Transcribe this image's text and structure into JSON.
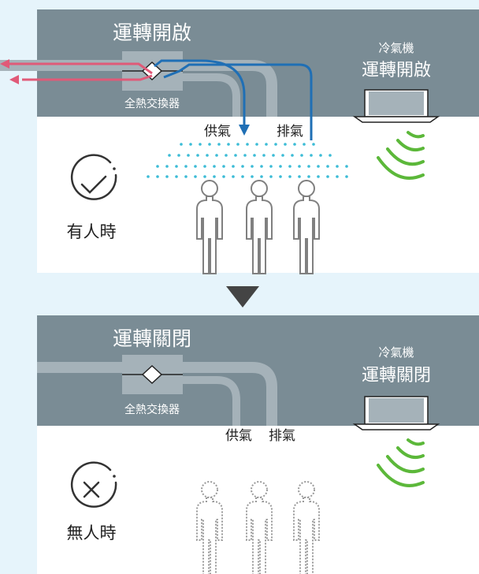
{
  "occupied": {
    "system_label": "運轉開啟",
    "heat_exchanger_label": "全熱交換器",
    "ac_title": "冷氣機",
    "ac_status": "運轉開啟",
    "supply_label": "供氣",
    "exhaust_label": "排氣",
    "state_label": "有人時",
    "state_icon": "check-circle-icon"
  },
  "vacant": {
    "system_label": "運轉關閉",
    "heat_exchanger_label": "全熱交換器",
    "ac_title": "冷氣機",
    "ac_status": "運轉關閉",
    "supply_label": "供氣",
    "exhaust_label": "排氣",
    "state_label": "無人時",
    "state_icon": "cross-circle-icon"
  },
  "transition_icon": "down-triangle-icon",
  "colors": {
    "background": "#e6f4fb",
    "ceiling": "#7a8c95",
    "duct": "#a5b2b9",
    "supply_arrow": "#1f6fb5",
    "outdoor_arrow": "#e05a78",
    "mist": "#3cbcd6",
    "ac_wave": "#5cb83a",
    "person_outline": "#808080"
  }
}
